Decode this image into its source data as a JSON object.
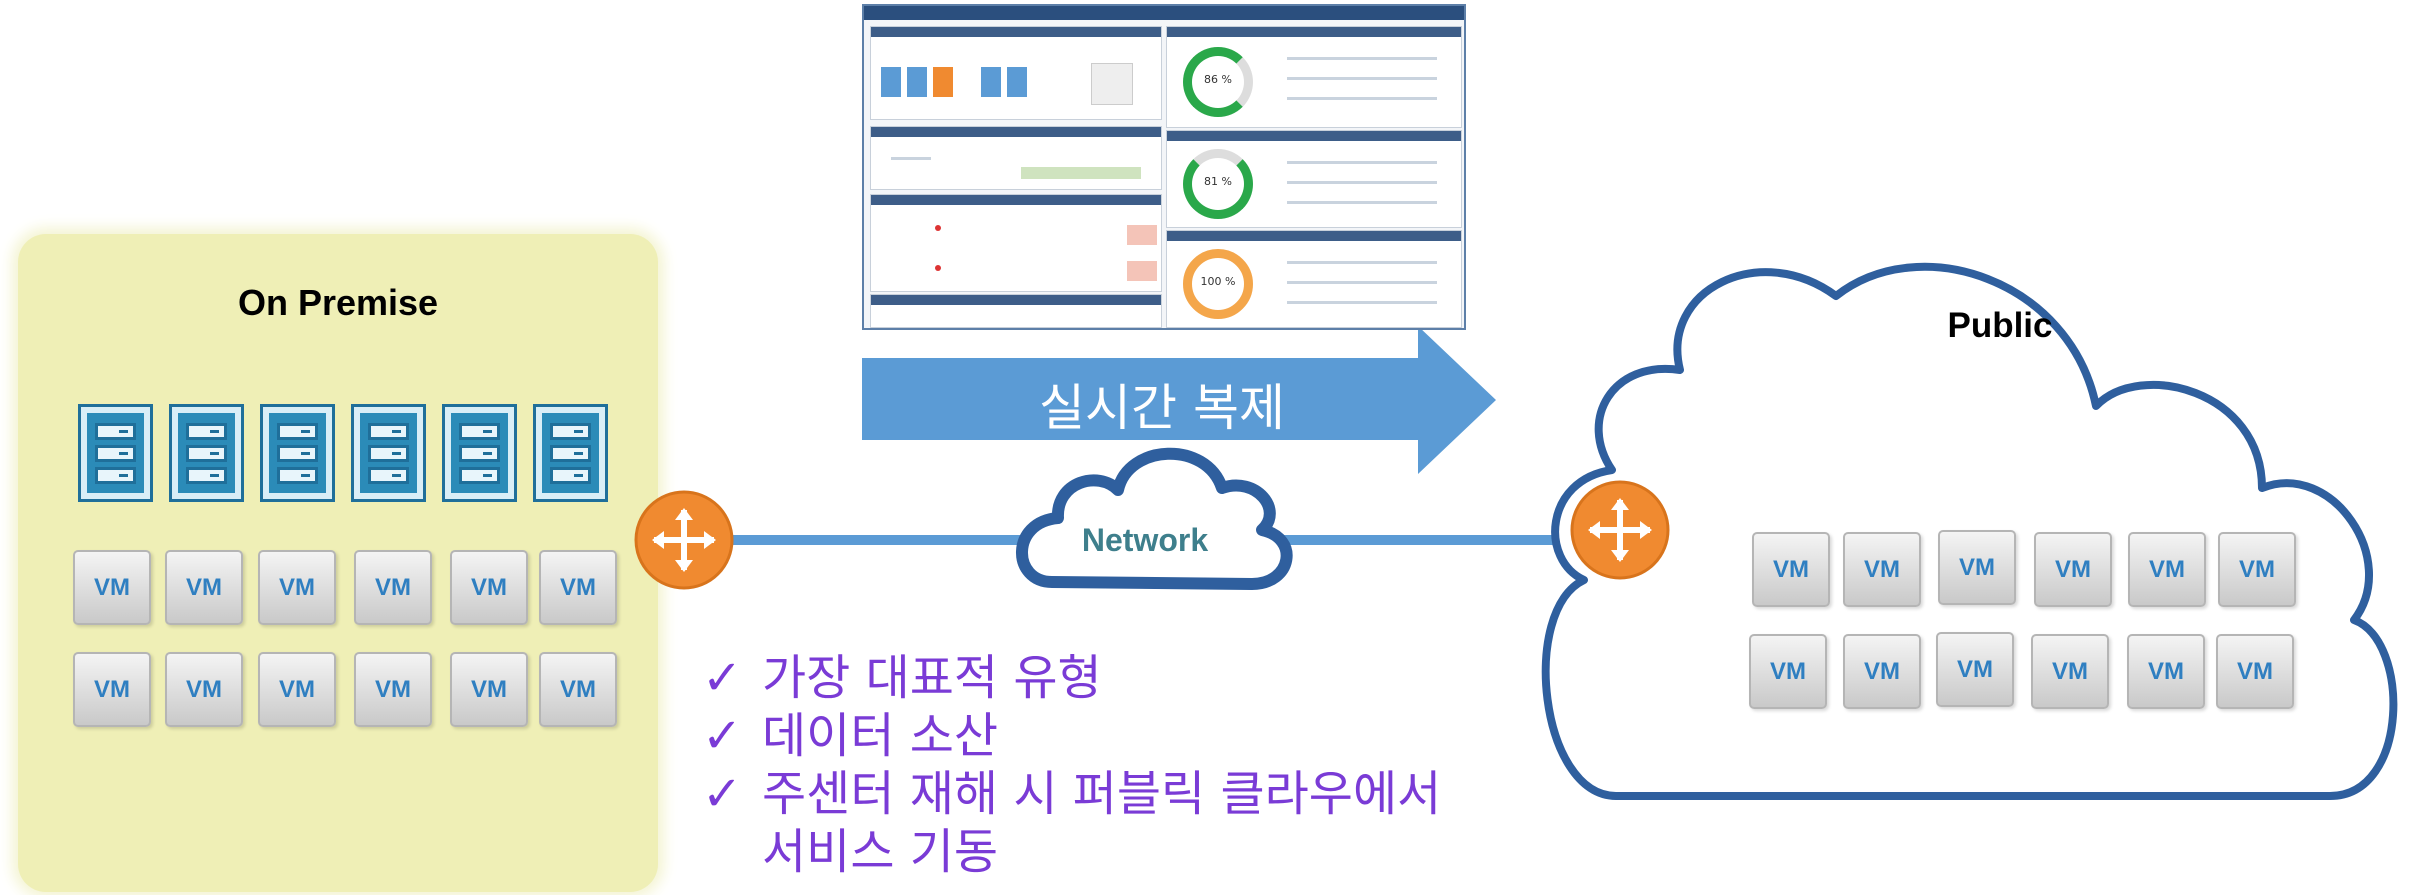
{
  "on_premise": {
    "title": "On Premise",
    "server_count": 6,
    "vm_rows": [
      [
        "VM",
        "VM",
        "VM",
        "VM",
        "VM",
        "VM"
      ],
      [
        "VM",
        "VM",
        "VM",
        "VM",
        "VM",
        "VM"
      ]
    ]
  },
  "replication_arrow": {
    "label": "실시간 복제"
  },
  "network": {
    "label": "Network"
  },
  "public_cloud": {
    "title": "Public",
    "vm_rows": [
      [
        "VM",
        "VM",
        "VM",
        "VM",
        "VM",
        "VM"
      ],
      [
        "VM",
        "VM",
        "VM",
        "VM",
        "VM",
        "VM"
      ]
    ]
  },
  "bullets": [
    {
      "check": "✓",
      "text": "가장 대표적 유형"
    },
    {
      "check": "✓",
      "text": "데이터 소산"
    },
    {
      "check": "✓",
      "text": "주센터 재해 시 퍼블릭 클라우에서"
    },
    {
      "check": "",
      "text": "서비스 기동"
    }
  ],
  "dashboard": {
    "gauges": [
      "86 %",
      "81 %",
      "100 %"
    ]
  },
  "colors": {
    "on_premise_bg": "#efefb6",
    "link": "#5b9bd5",
    "router": "#f08a30",
    "cloud_outline": "#2f5f9e",
    "bullet_text": "#7a3bd6",
    "arrow": "#5b9bd5"
  }
}
